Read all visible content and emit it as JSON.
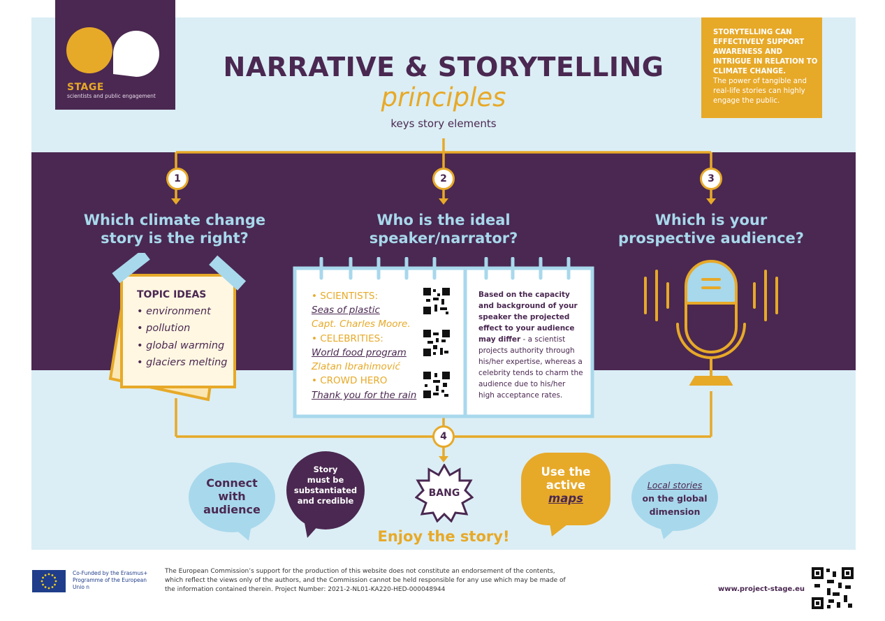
{
  "brand": {
    "name": "STAGE",
    "tagline": "scientists and public engagement"
  },
  "header": {
    "title": "NARRATIVE & STORYTELLING",
    "subtitle": "principles",
    "elements_label": "keys story elements"
  },
  "callout": {
    "strong": "STORYTELLING CAN EFFECTIVELY SUPPORT AWARENESS AND INTRIGUE IN RELATION TO CLIMATE CHANGE.",
    "body": "The power of tangible and real-life stories can highly engage the public."
  },
  "steps": [
    {
      "number": "1",
      "question_line1": "Which climate change",
      "question_line2": "story is the right?"
    },
    {
      "number": "2",
      "question_line1": "Who is the ideal",
      "question_line2": "speaker/narrator?"
    },
    {
      "number": "3",
      "question_line1": "Which is your",
      "question_line2": "prospective audience?"
    },
    {
      "number": "4"
    }
  ],
  "topic": {
    "title": "TOPIC IDEAS",
    "items": [
      "• environment",
      "• pollution",
      "• global warming",
      "• glaciers melting"
    ]
  },
  "speakers": {
    "scientists_label": "• SCIENTISTS:",
    "scientists_link": "Seas of plastic",
    "scientists_name": "Capt. Charles Moore.",
    "celebrities_label": "• CELEBRITIES:",
    "celebrities_link": "World food program",
    "celebrities_name": "Zlatan Ibrahimović",
    "crowd_label": "• CROWD HERO",
    "crowd_link": "Thank you for the rain",
    "note_bold": "Based on the capacity and background of your speaker the projected effect to your audience may differ",
    "note_rest": " - a scientist projects authority through his/her expertise, whereas a celebrity tends to charm the audience due to his/her high acceptance rates."
  },
  "bubbles": {
    "connect": [
      "Connect",
      "with",
      "audience"
    ],
    "story": [
      "Story",
      "must be",
      "substantiated",
      "and credible"
    ],
    "bang": "BANG",
    "maps": [
      "Use the",
      "active",
      "maps"
    ],
    "local": [
      "Local stories",
      "on the global",
      "dimension"
    ]
  },
  "enjoy": "Enjoy the story!",
  "footer": {
    "eu_text": "Co-Funded by the Erasmus+ Programme of the European Unio n",
    "disclaimer": "The European Commission’s support for the production of this website does not constitute an endorsement of the contents, which reflect the views only of the authors, and the Commission cannot be held responsible for any use which may be made of the information contained therein. Project Number: 2021-2-NL01-KA220-HED-000048944",
    "url": "www.project-stage.eu"
  },
  "colors": {
    "purple": "#4a2851",
    "gold": "#e7a928",
    "light_blue": "#a8d8ec",
    "panel": "#dbeef5"
  }
}
